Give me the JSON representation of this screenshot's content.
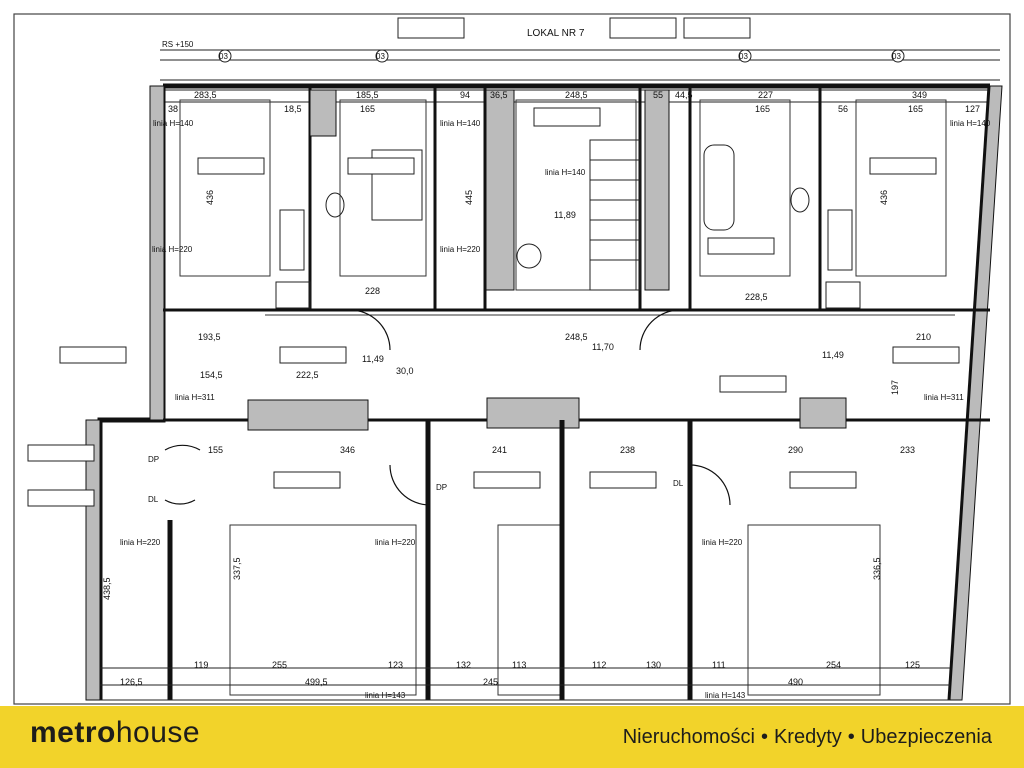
{
  "plan": {
    "title": "LOKAL NR 7",
    "level_mark": "RS +150",
    "grid_axes": [
      "03",
      "03",
      "03",
      "03"
    ],
    "height_lines": [
      "linia H=140",
      "linia H=140",
      "linia H=140",
      "linia H=140",
      "linia H=220",
      "linia H=220",
      "linia H=220",
      "linia H=220",
      "linia H=220",
      "linia H=311",
      "linia H=311",
      "linia H=143",
      "linia H=143"
    ],
    "doors": [
      "DP",
      "DL",
      "DP",
      "DL"
    ],
    "dims_top": [
      "283,5",
      "185,5",
      "36,5",
      "248,5",
      "55",
      "44,5",
      "227",
      "349",
      "38",
      "165",
      "165",
      "165",
      "127",
      "18,5",
      "94",
      "56"
    ],
    "dims_mid": [
      "193,5",
      "154,5",
      "222,5",
      "228",
      "248,5",
      "228,5",
      "210",
      "11,49",
      "11,70",
      "11,49",
      "11,89",
      "30,0"
    ],
    "dims_corridor": [
      "155",
      "346",
      "241",
      "238",
      "290",
      "233"
    ],
    "dims_bottom": [
      "126,5",
      "119",
      "255",
      "499,5",
      "123",
      "132",
      "113",
      "245",
      "112",
      "130",
      "111",
      "490",
      "254",
      "125"
    ],
    "dims_vertical": [
      "436",
      "445",
      "436",
      "337,5",
      "438,5",
      "336,5",
      "197"
    ]
  },
  "footer": {
    "brand_part1": "metr",
    "brand_part2": "o",
    "brand_part3": "house",
    "tagline_1": "Nieruchomości",
    "tagline_2": "Kredyty",
    "tagline_3": "Ubezpieczenia",
    "separator": "•",
    "bg_color": "#f2d32a"
  }
}
